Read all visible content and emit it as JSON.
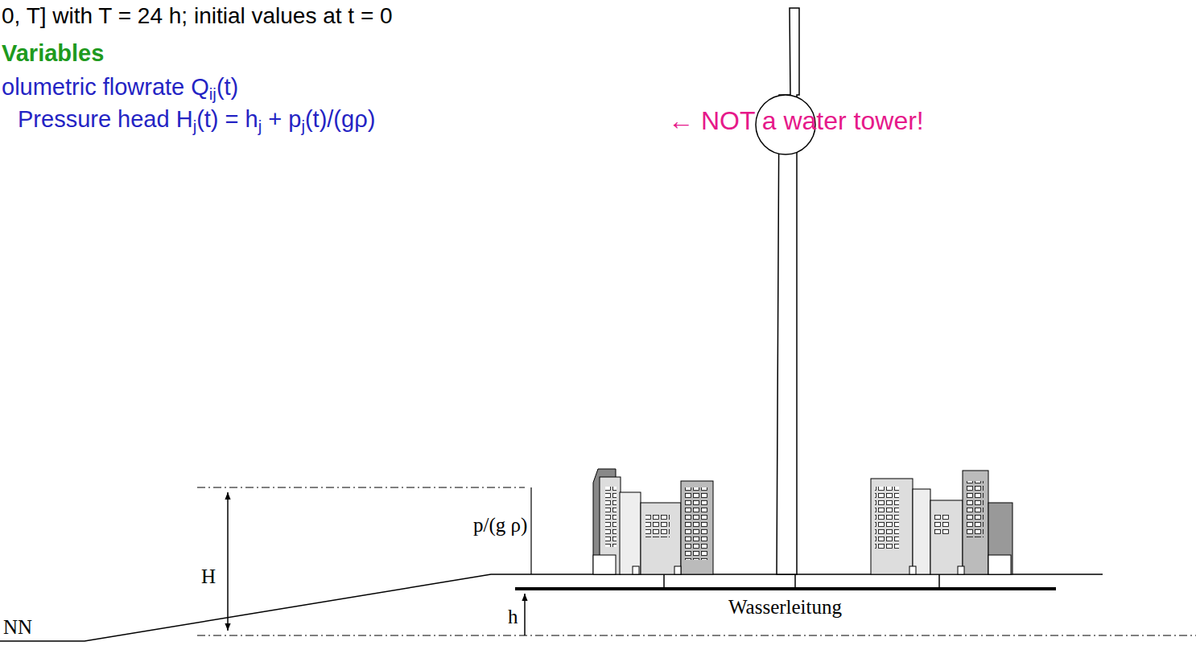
{
  "diagram": {
    "labels": [
      "0, T] with T = 24 h; initial values at t = 0",
      "Variables",
      "olumetric flowrate Q",
      "ij",
      "(t)",
      "Pressure head H",
      "j",
      "(t) = h",
      "j",
      " + p",
      "j",
      "(t)/(gρ)",
      "← NOT a water tower!",
      "p/(g ρ)",
      "H",
      "h",
      "NN",
      "Wasserleitung"
    ]
  }
}
